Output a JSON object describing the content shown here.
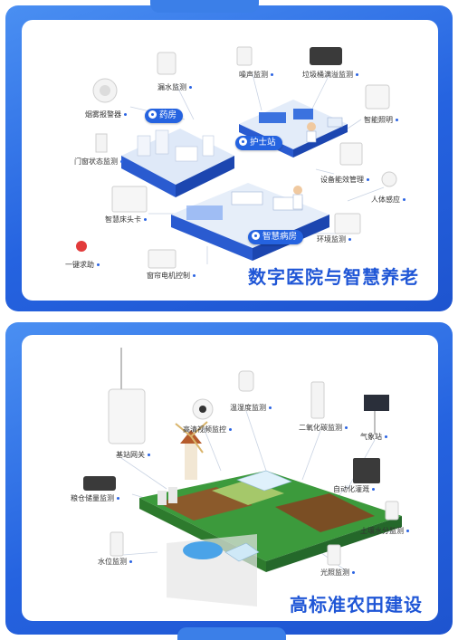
{
  "hospital": {
    "title": "数字医院与智慧养老",
    "zones": {
      "pharmacy": "药房",
      "nurse_station": "护士站",
      "smart_ward": "智慧病房"
    },
    "devices": {
      "smoke_alarm": "烟雾报警器",
      "water_leak": "漏水监测",
      "noise": "噪声监测",
      "trash_overflow": "垃圾桶满溢监测",
      "smart_lighting": "智能照明",
      "door_window": "门窗状态监测",
      "power_mgmt": "设备能效管理",
      "human_sensing": "人体感应",
      "bedside_card": "智慧床头卡",
      "env_monitor": "环境监测",
      "sos_button": "一键求助",
      "curtain_motor": "窗帘电机控制"
    }
  },
  "farm": {
    "title": "高标准农田建设",
    "devices": {
      "base_gateway": "基站网关",
      "hd_camera": "高清视频监控",
      "temp_humidity": "温湿度监测",
      "co2": "二氧化碳监测",
      "weather_station": "气象站",
      "grain_storage": "粮仓储量监测",
      "auto_irrigation": "自动化灌溉",
      "soil_moisture": "土壤水分监测",
      "water_level": "水位监测",
      "light_monitor": "光照监测"
    }
  }
}
